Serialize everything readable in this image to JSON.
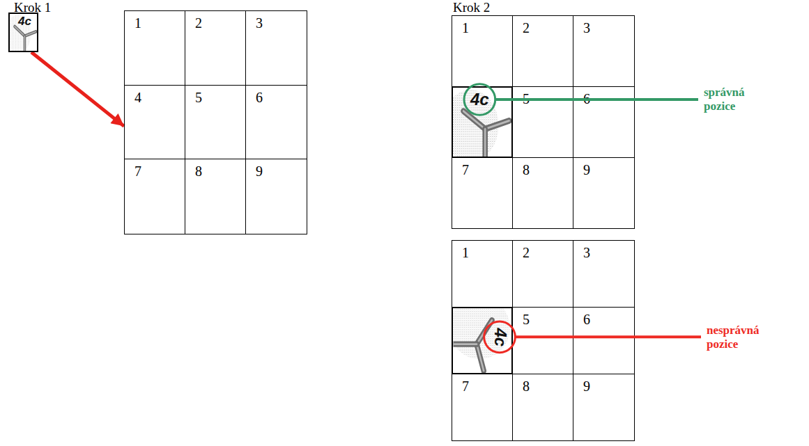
{
  "diagram": {
    "nodes": [
      {
        "text": [
          "4c"
        ]
      },
      {
        "text": [
          "1"
        ]
      },
      {
        "text": [
          "2"
        ]
      },
      {
        "text": [
          "3"
        ]
      },
      {
        "text": [
          "4"
        ]
      },
      {
        "text": [
          "5"
        ]
      },
      {
        "text": [
          "6"
        ]
      },
      {
        "text": [
          "7"
        ]
      },
      {
        "text": [
          "8"
        ]
      },
      {
        "text": [
          "9"
        ]
      },
      {
        "text": [
          "1"
        ]
      },
      {
        "text": [
          "2"
        ]
      },
      {
        "text": [
          "3"
        ]
      },
      {
        "text": [
          "4c"
        ]
      },
      {
        "text": [
          "5"
        ]
      },
      {
        "text": [
          "6"
        ]
      },
      {
        "text": [
          "7"
        ]
      },
      {
        "text": [
          "8"
        ]
      },
      {
        "text": [
          "9"
        ]
      },
      {
        "text": [
          "1"
        ]
      },
      {
        "text": [
          "2"
        ]
      },
      {
        "text": [
          "3"
        ]
      },
      {
        "text": [
          "4c"
        ]
      },
      {
        "text": [
          "5"
        ]
      },
      {
        "text": [
          "6"
        ]
      },
      {
        "text": [
          "7"
        ]
      },
      {
        "text": [
          "8"
        ]
      },
      {
        "text": [
          "9"
        ]
      }
    ],
    "edges": [
      {
        "from": 0,
        "to": 4,
        "arrow": "to"
      }
    ],
    "labels": [
      "Krok 1",
      "Krok 2",
      "správná pozice",
      "nesprávná pozice"
    ]
  }
}
